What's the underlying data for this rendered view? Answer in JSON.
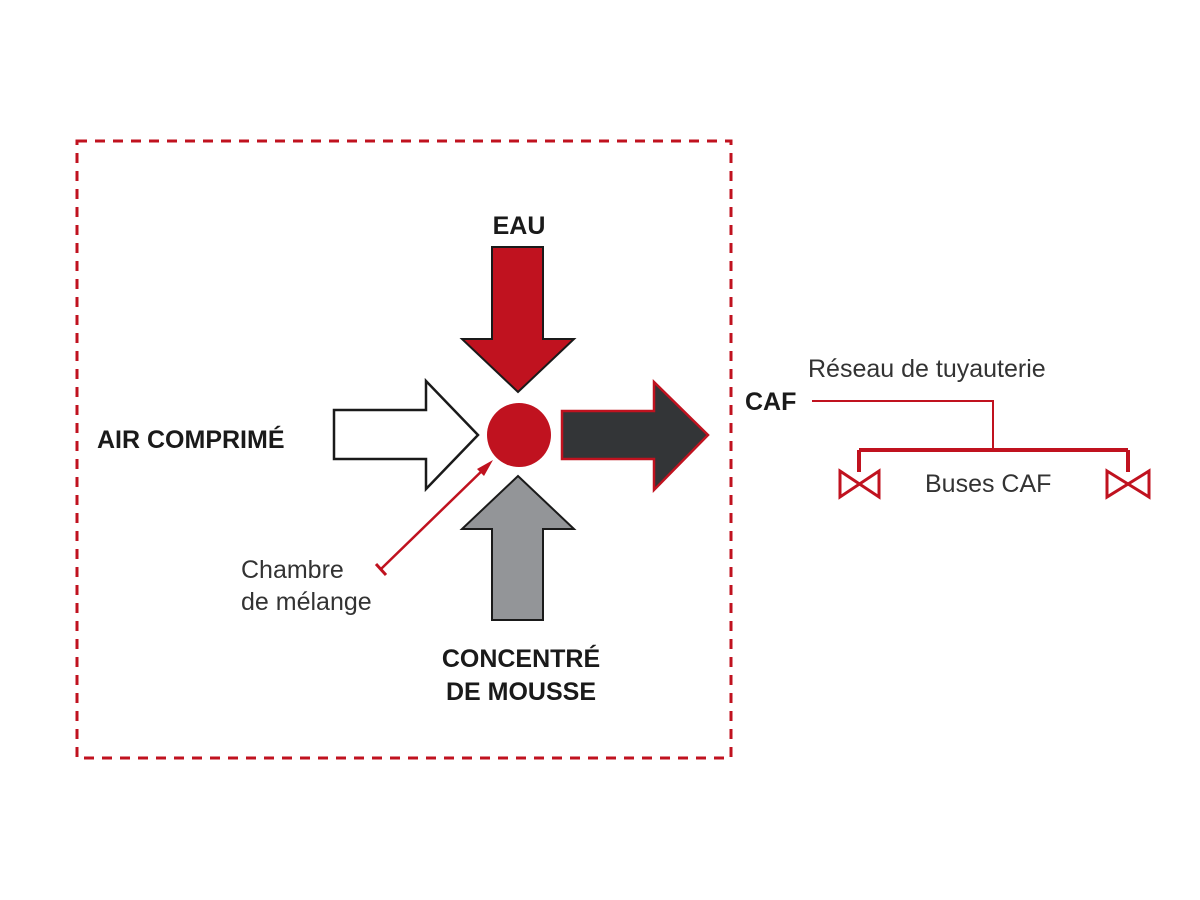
{
  "labels": {
    "water": "EAU",
    "compressed_air": "AIR COMPRIMÉ",
    "caf": "CAF",
    "piping_network": "Réseau de tuyauterie",
    "caf_nozzles": "Buses CAF",
    "mixing_chamber_line1": "Chambre",
    "mixing_chamber_line2": "de mélange",
    "foam_concentrate_line1": "CONCENTRÉ",
    "foam_concentrate_line2": "DE MOUSSE"
  },
  "colors": {
    "accent_red": "#c0121f",
    "dark_arrow": "#333537",
    "grey_arrow": "#939598",
    "outline": "#1a1a1a",
    "dashed_border": "#c0121f"
  },
  "icons": {
    "nozzle": "valve-bowtie-icon"
  }
}
